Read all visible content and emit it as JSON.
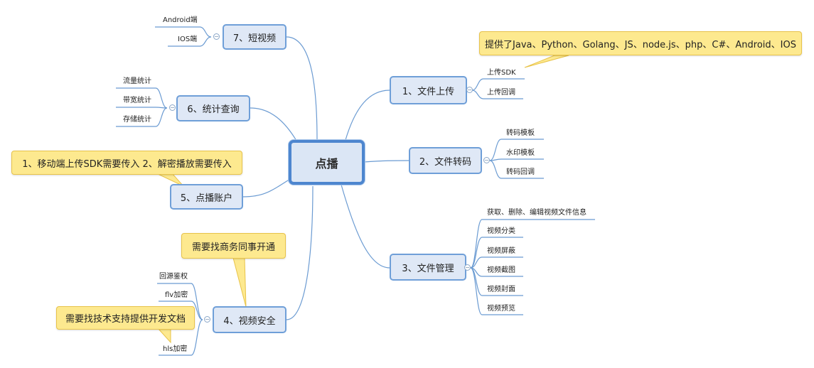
{
  "root": {
    "label": "点播"
  },
  "branches": [
    {
      "label": "1、文件上传",
      "children": [
        "上传SDK",
        "上传回调"
      ]
    },
    {
      "label": "2、文件转码",
      "children": [
        "转码模板",
        "水印模板",
        "转码回调"
      ]
    },
    {
      "label": "3、文件管理",
      "children": [
        "获取、删除、编辑视频文件信息",
        "视频分类",
        "视频屏蔽",
        "视频截图",
        "视频封面",
        "视频预览"
      ]
    },
    {
      "label": "4、视频安全",
      "children": [
        "回源鉴权",
        "flv加密",
        "hls加密"
      ]
    },
    {
      "label": "5、点播账户",
      "children": []
    },
    {
      "label": "6、统计查询",
      "children": [
        "流量统计",
        "带宽统计",
        "存储统计"
      ]
    },
    {
      "label": "7、短视频",
      "children": [
        "Android端",
        "IOS端"
      ]
    }
  ],
  "notes": [
    "提供了Java、Python、Golang、JS、node.js、php、C#、Android、IOS",
    "1、移动端上传SDK需要传入  2、解密播放需要传入",
    "需要找商务同事开通",
    "需要找技术支持提供开发文档"
  ],
  "icons": {
    "collapse": "minus-circle-icon"
  },
  "colors": {
    "node_fill": "#dfe8f6",
    "node_border": "#6f9fd8",
    "root_border": "#4d86cf",
    "line": "#6b9bd2",
    "note_fill": "#fde98f"
  }
}
